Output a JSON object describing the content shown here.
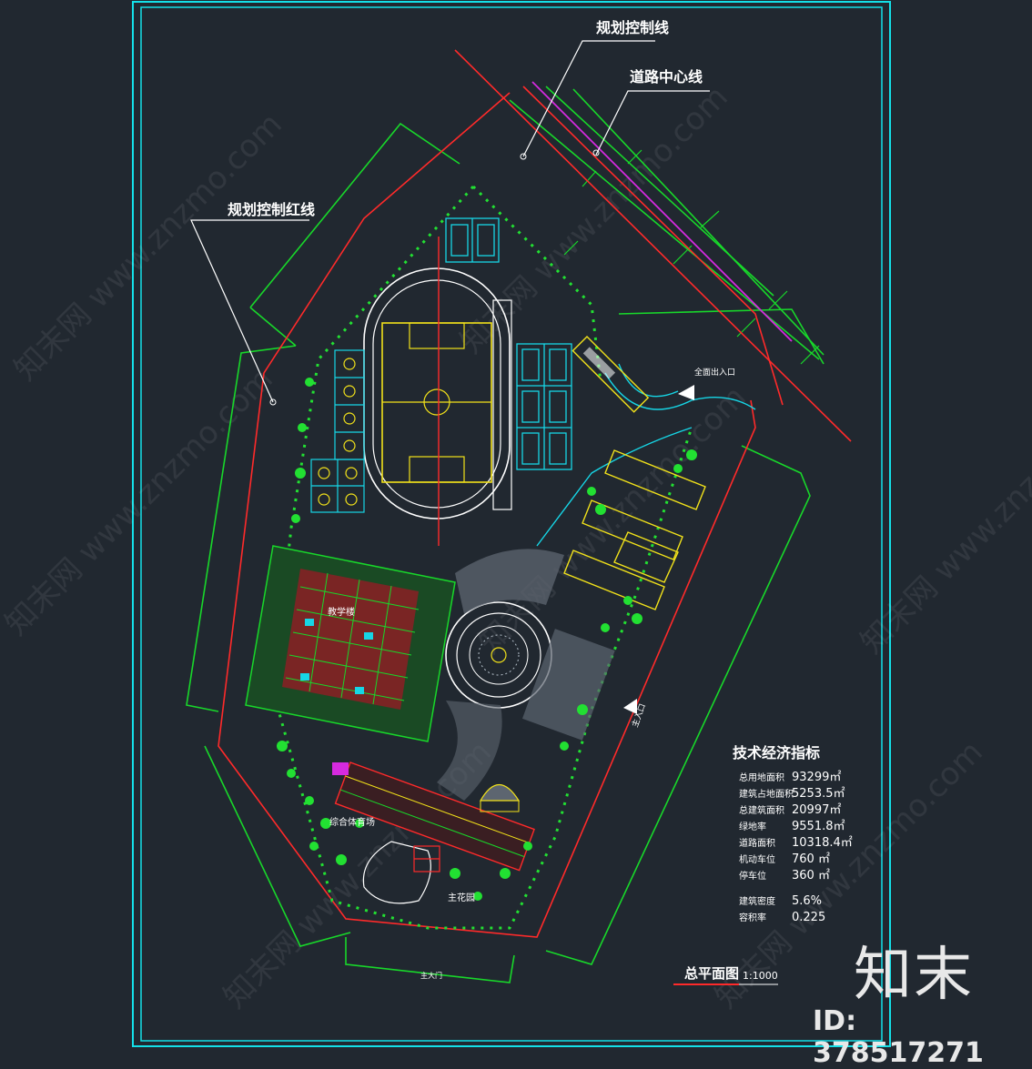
{
  "drawing": {
    "callouts": {
      "planning_line": "规划控制线",
      "road_center_line": "道路中心线",
      "red_line": "规划控制红线"
    },
    "field_labels": {
      "entrance": "主入口",
      "north_entrance": "全面出入口",
      "garden_label": "主花园",
      "fitness_area": "综合体育场",
      "teaching": "教学楼",
      "south_gate": "主大门"
    },
    "title": "总平面图",
    "scale": "1:1000"
  },
  "indicators": {
    "heading": "技术经济指标",
    "rows": [
      {
        "label": "总用地面积",
        "value": "93299㎡"
      },
      {
        "label": "建筑占地面积",
        "value": "5253.5㎡"
      },
      {
        "label": "总建筑面积",
        "value": "20997㎡"
      },
      {
        "label": "绿地率",
        "value": "9551.8㎡"
      },
      {
        "label": "道路面积",
        "value": "10318.4㎡"
      },
      {
        "label": "机动车位",
        "value": "760   ㎡"
      },
      {
        "label": "停车位",
        "value": "360   ㎡"
      },
      {
        "label": "建筑密度",
        "value": "5.6%"
      },
      {
        "label": "容积率",
        "value": "0.225"
      }
    ]
  },
  "brand": {
    "logo": "知末",
    "id_text": "ID: 378517271",
    "watermark": "知末网 www.znzmo.com"
  },
  "colors": {
    "background": "#212830",
    "frame": "#14e0e8",
    "red_line": "#ff2a2a",
    "green_line": "#18d82a",
    "track": "#ffffff",
    "field": "#f2e21a",
    "court": "#16d6e6",
    "building": "#e83030",
    "magenta": "#d62adf"
  }
}
